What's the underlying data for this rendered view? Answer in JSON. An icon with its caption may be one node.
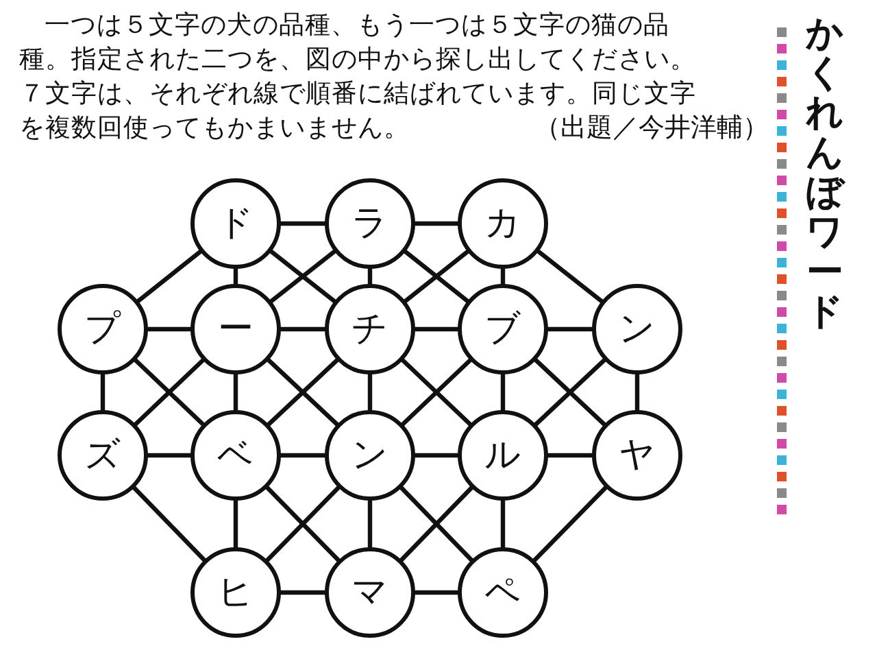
{
  "diagram": {
    "title": "かくれんぼワード",
    "nodes": [
      {
        "text": [
          "ド"
        ]
      },
      {
        "text": [
          "ラ"
        ]
      },
      {
        "text": [
          "カ"
        ]
      },
      {
        "text": [
          "プ"
        ]
      },
      {
        "text": [
          "ー"
        ]
      },
      {
        "text": [
          "チ"
        ]
      },
      {
        "text": [
          "ブ"
        ]
      },
      {
        "text": [
          "ン"
        ]
      },
      {
        "text": [
          "ズ"
        ]
      },
      {
        "text": [
          "ベ"
        ]
      },
      {
        "text": [
          "ン"
        ]
      },
      {
        "text": [
          "ル"
        ]
      },
      {
        "text": [
          "ヤ"
        ]
      },
      {
        "text": [
          "ヒ"
        ]
      },
      {
        "text": [
          "マ"
        ]
      },
      {
        "text": [
          "ペ"
        ]
      }
    ],
    "edges": [
      {
        "from": 0,
        "to": 1,
        "arrow": "none"
      },
      {
        "from": 1,
        "to": 2,
        "arrow": "none"
      },
      {
        "from": 0,
        "to": 3,
        "arrow": "none"
      },
      {
        "from": 0,
        "to": 4,
        "arrow": "none"
      },
      {
        "from": 0,
        "to": 5,
        "arrow": "none"
      },
      {
        "from": 1,
        "to": 4,
        "arrow": "none"
      },
      {
        "from": 1,
        "to": 5,
        "arrow": "none"
      },
      {
        "from": 1,
        "to": 6,
        "arrow": "none"
      },
      {
        "from": 2,
        "to": 5,
        "arrow": "none"
      },
      {
        "from": 2,
        "to": 6,
        "arrow": "none"
      },
      {
        "from": 2,
        "to": 7,
        "arrow": "none"
      },
      {
        "from": 3,
        "to": 4,
        "arrow": "none"
      },
      {
        "from": 4,
        "to": 5,
        "arrow": "none"
      },
      {
        "from": 5,
        "to": 6,
        "arrow": "none"
      },
      {
        "from": 6,
        "to": 7,
        "arrow": "none"
      },
      {
        "from": 3,
        "to": 8,
        "arrow": "none"
      },
      {
        "from": 3,
        "to": 9,
        "arrow": "none"
      },
      {
        "from": 4,
        "to": 8,
        "arrow": "none"
      },
      {
        "from": 4,
        "to": 9,
        "arrow": "none"
      },
      {
        "from": 4,
        "to": 10,
        "arrow": "none"
      },
      {
        "from": 5,
        "to": 9,
        "arrow": "none"
      },
      {
        "from": 5,
        "to": 10,
        "arrow": "none"
      },
      {
        "from": 5,
        "to": 11,
        "arrow": "none"
      },
      {
        "from": 6,
        "to": 10,
        "arrow": "none"
      },
      {
        "from": 6,
        "to": 11,
        "arrow": "none"
      },
      {
        "from": 6,
        "to": 12,
        "arrow": "none"
      },
      {
        "from": 7,
        "to": 11,
        "arrow": "none"
      },
      {
        "from": 7,
        "to": 12,
        "arrow": "none"
      },
      {
        "from": 8,
        "to": 9,
        "arrow": "none"
      },
      {
        "from": 9,
        "to": 10,
        "arrow": "none"
      },
      {
        "from": 10,
        "to": 11,
        "arrow": "none"
      },
      {
        "from": 11,
        "to": 12,
        "arrow": "none"
      },
      {
        "from": 8,
        "to": 13,
        "arrow": "none"
      },
      {
        "from": 9,
        "to": 13,
        "arrow": "none"
      },
      {
        "from": 9,
        "to": 14,
        "arrow": "none"
      },
      {
        "from": 10,
        "to": 13,
        "arrow": "none"
      },
      {
        "from": 10,
        "to": 14,
        "arrow": "none"
      },
      {
        "from": 10,
        "to": 15,
        "arrow": "none"
      },
      {
        "from": 11,
        "to": 14,
        "arrow": "none"
      },
      {
        "from": 11,
        "to": 15,
        "arrow": "none"
      },
      {
        "from": 12,
        "to": 15,
        "arrow": "none"
      },
      {
        "from": 13,
        "to": 14,
        "arrow": "none"
      },
      {
        "from": 14,
        "to": 15,
        "arrow": "none"
      }
    ],
    "labels": [
      "一つは５文字の犬の品種、もう一つは５文字の猫の品種。指定された二つを、図の中から探し出してください。７文字は、それぞれ線で順番に結ばれています。同じ文字を複数回使ってもかまいません。",
      "（出題／今井洋輔）"
    ]
  }
}
